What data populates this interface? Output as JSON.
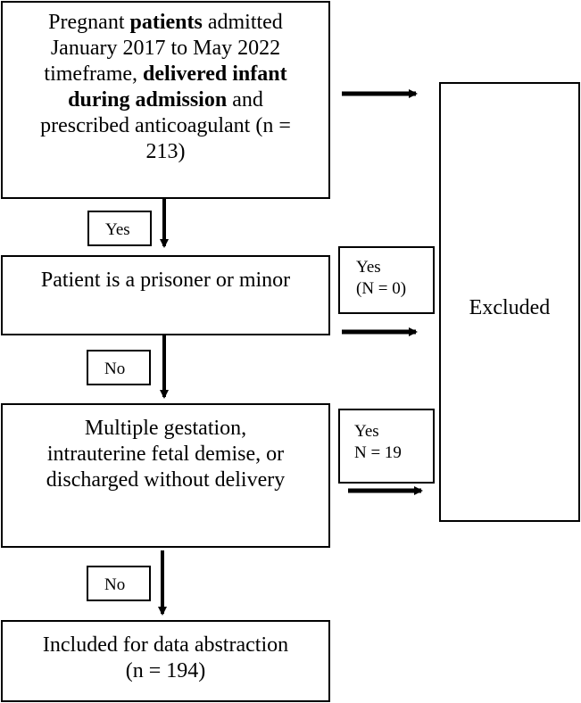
{
  "box1": {
    "line1": "Pregnant",
    "line1_bold": "patients",
    "line1_end": "admitted",
    "line2": "January 2017 to May 2022",
    "line3": "timeframe,",
    "line3_bold": "delivered infant",
    "line4_bold": "during admission",
    "line4_end": "and",
    "line5": "prescribed anticoagulant (n =",
    "line6": "213)"
  },
  "box2": {
    "text": "Patient is a prisoner or minor"
  },
  "box3": {
    "line1": "Multiple gestation,",
    "line2": "intrauterine fetal demise, or",
    "line3": "discharged without delivery"
  },
  "box4": {
    "line1": "Included for data abstraction",
    "line2": "(n = 194)"
  },
  "excluded": {
    "text": "Excluded"
  },
  "labels": {
    "yes1": "Yes",
    "no1": "No",
    "no2": "No",
    "yes2_line1": "Yes",
    "yes2_line2": "(N = 0)",
    "yes3_line1": "Yes",
    "yes3_line2": "N = 19"
  }
}
